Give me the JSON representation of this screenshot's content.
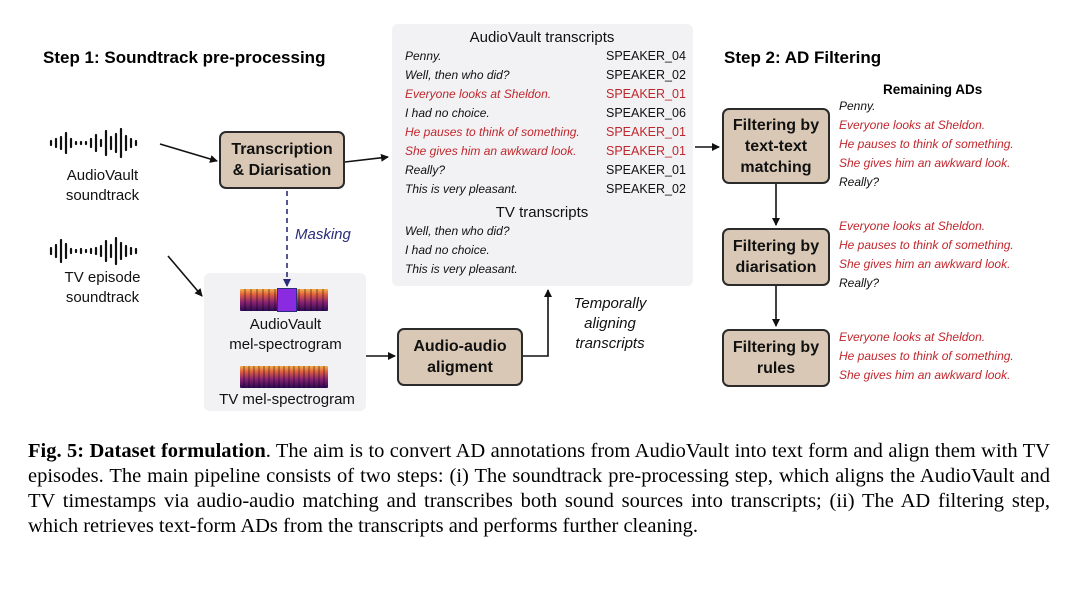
{
  "step1_heading": "Step 1: Soundtrack pre-processing",
  "step2_heading": "Step 2: AD Filtering",
  "audiovault_soundtrack": "AudioVault\nsoundtrack",
  "tv_soundtrack": "TV episode\nsoundtrack",
  "transcription_box": "Transcription\n& Diarisation",
  "masking_label": "Masking",
  "audiovault_mel": "AudioVault\nmel-spectrogram",
  "tv_mel": "TV mel-spectrogram",
  "alignment_box": "Audio-audio\naligment",
  "temporal_label": "Temporally\naligning\ntranscripts",
  "audiovault_transcripts": {
    "title": "AudioVault transcripts",
    "rows": [
      {
        "text": "Penny.",
        "speaker": "SPEAKER_04",
        "highlight": false
      },
      {
        "text": "Well, then who did?",
        "speaker": "SPEAKER_02",
        "highlight": false
      },
      {
        "text": "Everyone looks at Sheldon.",
        "speaker": "SPEAKER_01",
        "highlight": true
      },
      {
        "text": "I had no choice.",
        "speaker": "SPEAKER_06",
        "highlight": false
      },
      {
        "text": "He pauses to think of something.",
        "speaker": "SPEAKER_01",
        "highlight": true
      },
      {
        "text": "She gives him an awkward look.",
        "speaker": "SPEAKER_01",
        "highlight": true
      },
      {
        "text": "Really?",
        "speaker": "SPEAKER_01",
        "highlight": false
      },
      {
        "text": "This is very pleasant.",
        "speaker": "SPEAKER_02",
        "highlight": false
      }
    ]
  },
  "tv_transcripts": {
    "title": "TV transcripts",
    "rows": [
      "Well, then who did?",
      "I had no choice.",
      "This is very pleasant."
    ]
  },
  "filter_text_box": "Filtering by\ntext-text\nmatching",
  "filter_diar_box": "Filtering by\ndiarisation",
  "filter_rules_box": "Filtering by\nrules",
  "remaining_title": "Remaining ADs",
  "remaining_1": [
    {
      "text": "Penny.",
      "highlight": false
    },
    {
      "text": "Everyone looks at Sheldon.",
      "highlight": true
    },
    {
      "text": "He pauses to think of something.",
      "highlight": true
    },
    {
      "text": "She gives him an awkward look.",
      "highlight": true
    },
    {
      "text": "Really?",
      "highlight": false
    }
  ],
  "remaining_2": [
    {
      "text": "Everyone looks at Sheldon.",
      "highlight": true
    },
    {
      "text": "He pauses to think of something.",
      "highlight": true
    },
    {
      "text": "She gives him an awkward look.",
      "highlight": true
    },
    {
      "text": "Really?",
      "highlight": false
    }
  ],
  "remaining_3": [
    {
      "text": "Everyone looks at Sheldon.",
      "highlight": true
    },
    {
      "text": "He pauses to think of something.",
      "highlight": true
    },
    {
      "text": "She gives him an awkward look.",
      "highlight": true
    }
  ],
  "caption_lead": "Fig. 5: Dataset formulation",
  "caption_body": ". The aim is to convert AD annotations from AudioVault into text form and align them with TV episodes. The main pipeline consists of two steps: (i) The soundtrack pre-processing step, which aligns the AudioVault and TV timestamps via audio-audio matching and transcribes both sound sources into transcripts; (ii) The AD filtering step, which retrieves text-form ADs from the transcripts and performs further cleaning.",
  "colors": {
    "box_fill": "#d9c8b5",
    "panel_fill": "#f2f2f4",
    "highlight_red": "#c0272d",
    "masking_blue": "#2a2d7a",
    "mask_purple": "#8a2be2"
  }
}
